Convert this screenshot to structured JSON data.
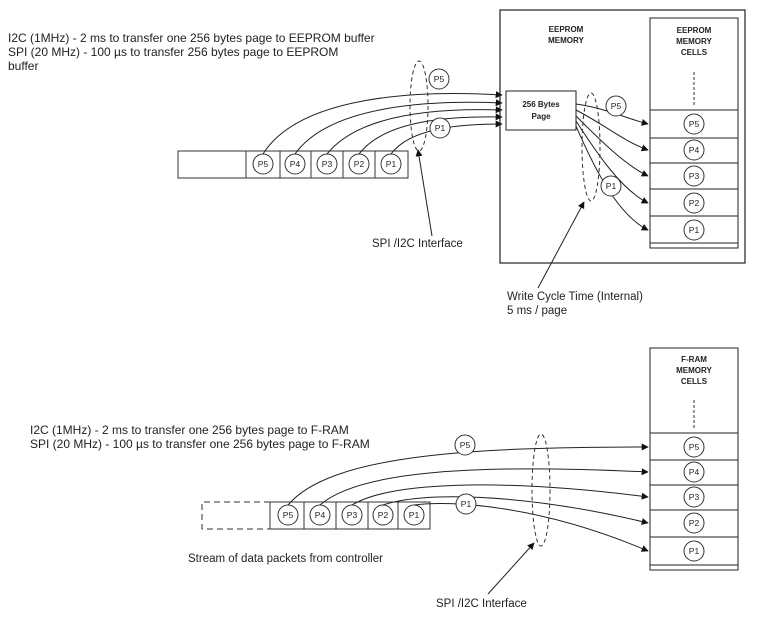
{
  "top": {
    "desc_i2c": "I2C (1MHz) - 2 ms to transfer one 256 bytes page to EEPROM buffer",
    "desc_spi_1": "SPI (20 MHz) - 100 µs  to transfer 256 bytes page to EEPROM",
    "desc_spi_2": "buffer",
    "eeprom_line1": "EEPROM",
    "eeprom_line2": "MEMORY",
    "cells_line1": "EEPROM",
    "cells_line2": "MEMORY",
    "cells_line3": "CELLS",
    "page_line1": "256 Bytes",
    "page_line2": "Page",
    "interface_label": "SPI /I2C Interface",
    "write_cycle_1": "Write Cycle Time (Internal)",
    "write_cycle_2": "5 ms  / page"
  },
  "bottom": {
    "desc_i2c": "I2C (1MHz) - 2 ms to transfer one 256 bytes page to F-RAM",
    "desc_spi": "SPI (20 MHz) - 100 µs to transfer one 256 bytes page to F-RAM",
    "cells_line1": "F-RAM",
    "cells_line2": "MEMORY",
    "cells_line3": "CELLS",
    "stream_label": "Stream of data packets from controller",
    "interface_label": "SPI /I2C Interface"
  },
  "packets": [
    "P5",
    "P4",
    "P3",
    "P2",
    "P1"
  ]
}
